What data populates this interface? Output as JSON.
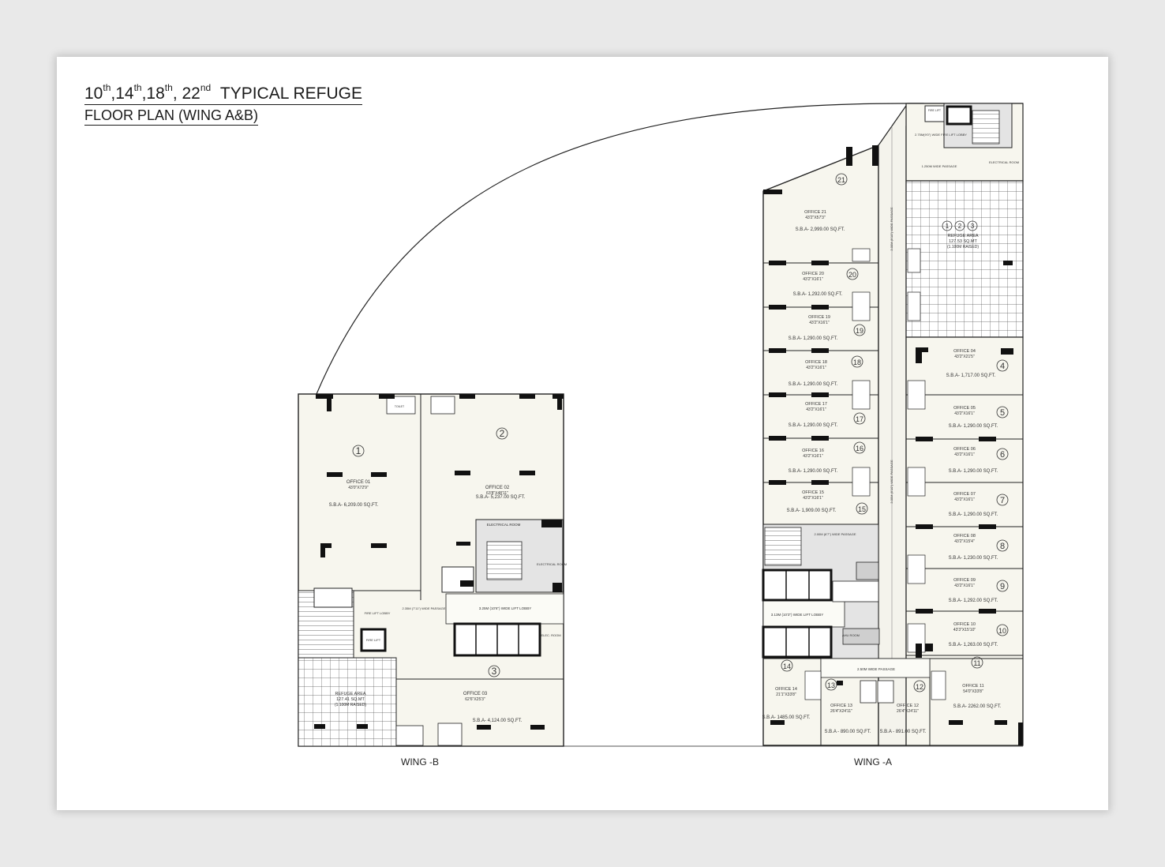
{
  "title": {
    "line1_parts": [
      "10",
      "th",
      ",14",
      "th",
      ",18",
      "th",
      ", 22",
      "nd",
      "TYPICAL REFUGE"
    ],
    "line2": "FLOOR PLAN (WING A&B)"
  },
  "colors": {
    "sheet": "#ffffff",
    "background": "#e9e9e9",
    "room_fill": "#f7f6ee",
    "core_fill": "#e4e4e4",
    "wall": "#111111"
  },
  "wing_b": {
    "label": "WING -B",
    "offices": [
      {
        "no": "1",
        "name": "OFFICE 01",
        "dim": "43'0\"X72'9\"",
        "sba": "S.B.A- 6,209.00 SQ.FT."
      },
      {
        "no": "2",
        "name": "OFFICE 02",
        "dim": "63'8\"X48'11\"",
        "sba": "S.B.A- 5,237.00 SQ.FT."
      },
      {
        "no": "3",
        "name": "OFFICE 03",
        "dim": "62'6\"X25'3\"",
        "sba": "S.B.A- 4,124.00 SQ.FT."
      }
    ],
    "refuge": {
      "name": "REFUGE AREA",
      "area": "127.41 SQ.MT",
      "note": "(1.100M RAISED)"
    },
    "labels": {
      "electrical_room_top": "ELECTRICAL ROOM",
      "electrical_room_side": "ELECTRICAL ROOM",
      "lift_lobby": "3.25M (10'6\") WIDE LIFT LOBBY",
      "passage": "2.35M (7'11\") WIDE PASSAGE",
      "fire_lift_lobby": "FIRE LIFT LOBBY",
      "fire_lift": "FIRE LIFT",
      "elec_room": "ELEC. ROOM",
      "toilet": "TOILET"
    }
  },
  "wing_a": {
    "label": "WING -A",
    "offices": [
      {
        "no": "21",
        "name": "OFFICE 21",
        "dim": "43'2\"X57'3\"",
        "sba": "S.B.A- 2,999.00 SQ.FT."
      },
      {
        "no": "20",
        "name": "OFFICE 20",
        "dim": "43'2\"X16'1\"",
        "sba": "S.B.A- 1,292.00 SQ.FT."
      },
      {
        "no": "19",
        "name": "OFFICE 19",
        "dim": "43'2\"X16'1\"",
        "sba": "S.B.A- 1,290.00 SQ.FT."
      },
      {
        "no": "18",
        "name": "OFFICE 18",
        "dim": "43'2\"X16'1\"",
        "sba": "S.B.A- 1,290.00 SQ.FT."
      },
      {
        "no": "17",
        "name": "OFFICE 17",
        "dim": "43'2\"X16'1\"",
        "sba": "S.B.A- 1,290.00 SQ.FT."
      },
      {
        "no": "16",
        "name": "OFFICE 16",
        "dim": "43'2\"X16'1\"",
        "sba": "S.B.A- 1,290.00 SQ.FT."
      },
      {
        "no": "15",
        "name": "OFFICE 15",
        "dim": "43'2\"X16'1\"",
        "sba": "S.B.A- 1,909.00 SQ.FT."
      },
      {
        "no": "4",
        "name": "OFFICE 04",
        "dim": "43'2\"X21'5\"",
        "sba": "S.B.A- 1,717.00 SQ.FT."
      },
      {
        "no": "5",
        "name": "OFFICE 05",
        "dim": "43'2\"X16'1\"",
        "sba": "S.B.A- 1,290.00 SQ.FT."
      },
      {
        "no": "6",
        "name": "OFFICE 06",
        "dim": "43'2\"X16'1\"",
        "sba": "S.B.A- 1,290.00 SQ.FT."
      },
      {
        "no": "7",
        "name": "OFFICE 07",
        "dim": "43'2\"X16'1\"",
        "sba": "S.B.A- 1,290.00 SQ.FT."
      },
      {
        "no": "8",
        "name": "OFFICE 08",
        "dim": "43'2\"X15'4\"",
        "sba": "S.B.A- 1,230.00 SQ.FT."
      },
      {
        "no": "9",
        "name": "OFFICE 09",
        "dim": "43'2\"X16'1\"",
        "sba": "S.B.A- 1,292.00 SQ.FT."
      },
      {
        "no": "10",
        "name": "OFFICE 10",
        "dim": "43'3\"X15'10\"",
        "sba": "S.B.A- 1,263.00 SQ.FT."
      },
      {
        "no": "11",
        "name": "OFFICE 11",
        "dim": "54'0\"X33'8\"",
        "sba": "S.B.A- 2262.00 SQ.FT."
      },
      {
        "no": "12",
        "name": "OFFICE 12",
        "dim": "26'4\"X24'11\"",
        "sba": "S.B.A - 891.00 SQ.FT."
      },
      {
        "no": "13",
        "name": "OFFICE 13",
        "dim": "26'4\"X24'11\"",
        "sba": "S.B.A - 890.00 SQ.FT."
      },
      {
        "no": "14",
        "name": "OFFICE 14",
        "dim": "21'1\"X33'8\"",
        "sba": "S.B.A- 1485.00 SQ.FT."
      }
    ],
    "refuge": {
      "nos": [
        "1",
        "2",
        "3"
      ],
      "name": "REFUGE AREA",
      "area": "127.53 SQ.MT",
      "note": "(1.100M RAISED)"
    },
    "labels": {
      "corridor": "3.00M (9'10\") WIDE PASSAGE",
      "lift_lobby": "3.13M (10'3\") WIDE LIFT LOBBY",
      "passage_bottom": "2.50M WIDE PASSAGE",
      "passage_mid": "2.00M (6'7\") WIDE PASSAGE",
      "passage_top": "1.250M WIDE PASSAGE",
      "fire_lift_lobby": "2.75M(9'0\") WIDE FIRE LIFT LOBBY",
      "electrical_room": "ELECTRICAL ROOM",
      "ahu_room": "AHU ROOM",
      "fire_lift": "FIRE LIFT"
    }
  }
}
